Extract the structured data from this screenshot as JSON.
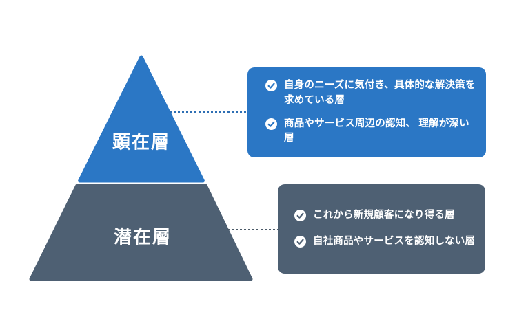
{
  "colors": {
    "background": "#ffffff",
    "blue": "#2b77c5",
    "slate": "#4e6073",
    "connector_blue": "#2e6fb4",
    "connector_slate": "#4b5a68",
    "label_text": "#ffffff"
  },
  "pyramid": {
    "top_label": "顕在層",
    "bottom_label": "潜在層"
  },
  "callouts": {
    "explicit": {
      "items": [
        "自身のニーズに気付き、具体的な解決策を求めている層",
        "商品やサービス周辺の認知、 理解が深い層"
      ]
    },
    "latent": {
      "items": [
        "これから新規顧客になり得る層",
        "自社商品やサービスを認知しない層"
      ]
    }
  }
}
